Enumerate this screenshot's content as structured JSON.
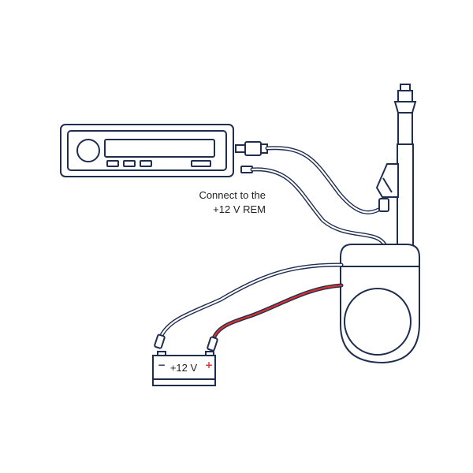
{
  "labels": {
    "connect_line1": "Connect to the",
    "connect_line2": "+12 V REM",
    "battery_voltage": "+12 V",
    "battery_negative": "−",
    "battery_positive": "+"
  },
  "colors": {
    "outline": "#1f2d4f",
    "wire_inner": "#ffffff",
    "positive_wire": "#d9332c",
    "text": "#222222",
    "background": "#ffffff"
  },
  "icons": {
    "radio": "car-radio-head-unit-icon",
    "antenna": "power-antenna-icon",
    "motor": "antenna-motor-housing-icon",
    "battery": "battery-icon",
    "plug": "antenna-plug-icon"
  }
}
